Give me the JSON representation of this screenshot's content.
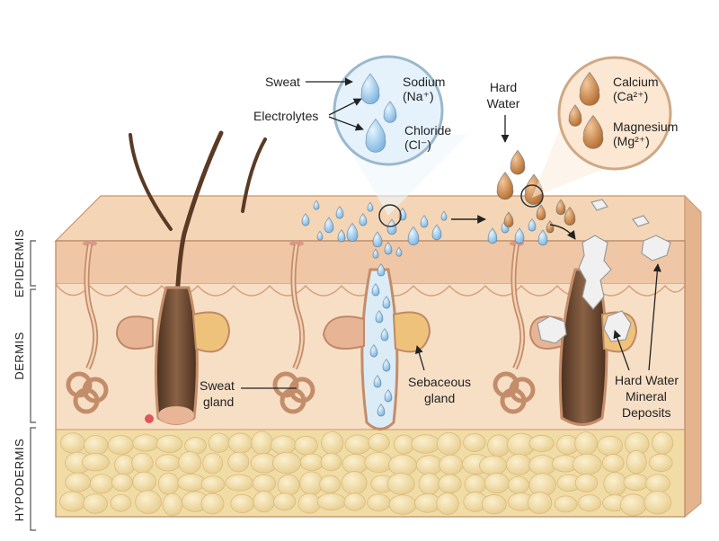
{
  "colors": {
    "skin_surface": "#f3d3b2",
    "epidermis": "#efc4a3",
    "dermis": "#f6dcc2",
    "hypodermis_fat": "#f4deaa",
    "hair": "#6a4a32",
    "water_drop": "#8fc4ea",
    "mineral_drop": "#c98547",
    "mineral_deposit": "#eeeeee"
  },
  "layers": {
    "epidermis": "EPIDERMIS",
    "dermis": "DERMIS",
    "hypodermis": "HYPODERMIS"
  },
  "labels": {
    "sweat": "Sweat",
    "electrolytes": "Electrolytes",
    "sodium": "Sodium",
    "sodium_ion": "(Na⁺)",
    "chloride": "Chloride",
    "chloride_ion": "(Cl⁻)",
    "hard_water_1": "Hard",
    "hard_water_2": "Water",
    "calcium": "Calcium",
    "calcium_ion": "(Ca²⁺)",
    "magnesium": "Magnesium",
    "magnesium_ion": "(Mg²⁺)",
    "sweat_gland_1": "Sweat",
    "sweat_gland_2": "gland",
    "sebaceous_1": "Sebaceous",
    "sebaceous_2": "gland",
    "deposits_1": "Hard Water",
    "deposits_2": "Mineral",
    "deposits_3": "Deposits"
  }
}
